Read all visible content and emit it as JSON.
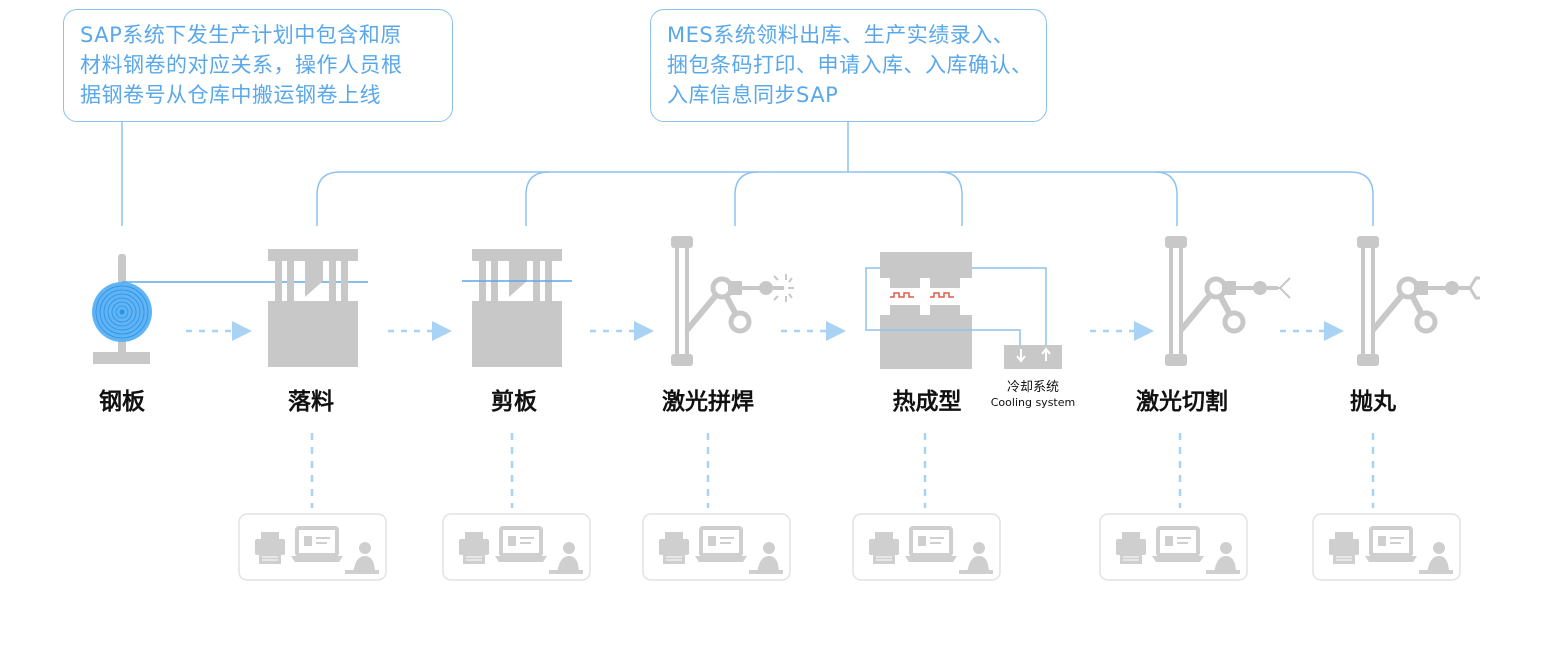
{
  "callouts": {
    "sap": {
      "lines": [
        "SAP系统下发生产计划中包含和原",
        "材料钢卷的对应关系，操作人员根",
        "据钢卷号从仓库中搬运钢卷上线"
      ]
    },
    "mes": {
      "lines": [
        "MES系统领料出库、生产实绩录入、",
        "捆包条码打印、申请入库、入库确认、",
        "入库信息同步SAP"
      ]
    }
  },
  "stages": [
    {
      "id": "steel-plate",
      "label": "钢板"
    },
    {
      "id": "blanking",
      "label": "落料"
    },
    {
      "id": "shearing",
      "label": "剪板"
    },
    {
      "id": "laser-welding",
      "label": "激光拼焊"
    },
    {
      "id": "hot-forming",
      "label": "热成型"
    },
    {
      "id": "laser-cutting",
      "label": "激光切割"
    },
    {
      "id": "shot-blasting",
      "label": "抛丸"
    }
  ],
  "cooling_system": {
    "label_cn": "冷却系统",
    "label_en": "Cooling system"
  },
  "icons": {
    "coil": "steel-coil-icon",
    "press": "press-machine-icon",
    "welder": "welding-robot-icon",
    "cutter": "cutting-robot-icon",
    "gripper": "gripper-robot-icon",
    "furnace": "hot-forming-press-icon",
    "cooling": "cooling-unit-icon",
    "workstation": "workstation-icon"
  },
  "colors": {
    "accent": "#5aa8ea",
    "line": "#8dc2ef",
    "dash": "#a9d3f5",
    "machine": "#c8c8c8",
    "heat": "#e05a4f"
  }
}
